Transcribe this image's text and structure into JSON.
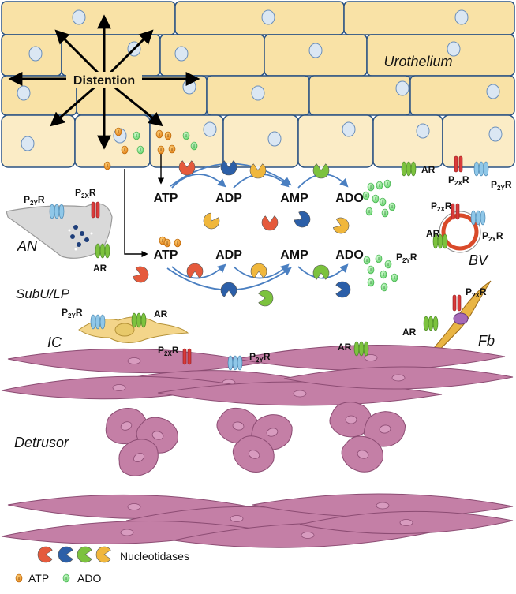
{
  "layers": {
    "urothelium": "Urothelium",
    "distention": "Distention",
    "subu_lp": "SubU/LP",
    "detrusor": "Detrusor"
  },
  "cells": {
    "an": "AN",
    "ic": "IC",
    "bv": "BV",
    "fb": "Fb"
  },
  "pathway": {
    "row1": [
      "ATP",
      "ADP",
      "AMP",
      "ADO"
    ],
    "row2": [
      "ATP",
      "ADP",
      "AMP",
      "ADO"
    ]
  },
  "receptors": {
    "ar": "AR",
    "p2x_main": "P",
    "p2x_sub": "2X",
    "p2y_main": "P",
    "p2y_sub": "2Y",
    "r_suffix": "R"
  },
  "legend": {
    "nucleotidases": "Nucleotidases",
    "atp": "ATP",
    "ado": "ADO"
  },
  "colors": {
    "urothelium_fill": "#f9e2a6",
    "urothelium_stroke": "#2a5283",
    "nucleus": "#dbe7f3",
    "muscle": "#c47fa6",
    "muscle_stroke": "#8c4c73",
    "atp": "#f29a2e",
    "ado": "#7ddc80",
    "nucleotidase_red": "#e55a3c",
    "nucleotidase_blue": "#2c5fa8",
    "nucleotidase_green": "#7cc23e",
    "nucleotidase_yellow": "#f0b73c",
    "arrow_blue": "#4a7fc1",
    "p2x_red": "#d93a3a",
    "p2y_blue": "#8fc7e8"
  }
}
